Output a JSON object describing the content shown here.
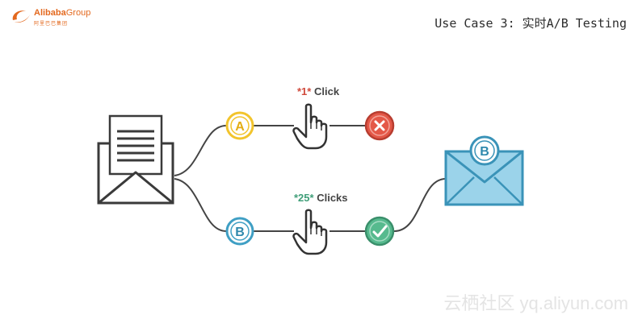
{
  "header": {
    "logo_brand": "Alibaba",
    "logo_group": "Group",
    "logo_sub": "阿里巴巴集团",
    "title": "Use Case 3: 实时A/B Testing"
  },
  "diagram": {
    "top_branch": {
      "node_label": "A",
      "clicks_number": "*1*",
      "clicks_text": "Click",
      "result": "x-icon"
    },
    "bottom_branch": {
      "node_label": "B",
      "clicks_number": "*25*",
      "clicks_text": "Clicks",
      "result": "check-icon"
    },
    "winner_badge": "B"
  },
  "colors": {
    "a_yellow": "#f2c42c",
    "b_blue": "#3f9fc4",
    "fail_red": "#e45848",
    "success_green": "#56ba8e",
    "envelope_blue": "#9bd3ea"
  },
  "watermark": "云栖社区 yq.aliyun.com"
}
